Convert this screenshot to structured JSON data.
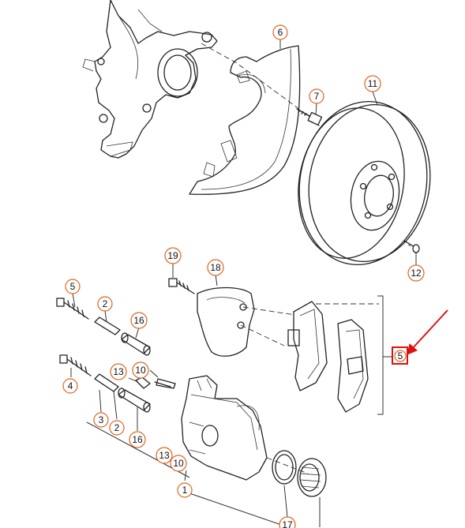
{
  "diagram": {
    "callouts": [
      {
        "id": "c6",
        "label": "6"
      },
      {
        "id": "c7",
        "label": "7"
      },
      {
        "id": "c11",
        "label": "11"
      },
      {
        "id": "c12",
        "label": "12"
      },
      {
        "id": "c19",
        "label": "19"
      },
      {
        "id": "c18",
        "label": "18"
      },
      {
        "id": "c5a",
        "label": "5"
      },
      {
        "id": "c2a",
        "label": "2"
      },
      {
        "id": "c16a",
        "label": "16"
      },
      {
        "id": "c13a",
        "label": "13"
      },
      {
        "id": "c10a",
        "label": "10"
      },
      {
        "id": "c4",
        "label": "4"
      },
      {
        "id": "c3",
        "label": "3"
      },
      {
        "id": "c2b",
        "label": "2"
      },
      {
        "id": "c16b",
        "label": "16"
      },
      {
        "id": "c13b",
        "label": "13"
      },
      {
        "id": "c10b",
        "label": "10"
      },
      {
        "id": "c1",
        "label": "1"
      },
      {
        "id": "c17",
        "label": "17"
      },
      {
        "id": "c5b",
        "label": "5"
      }
    ],
    "highlight": {
      "label": "5",
      "color": "#e01010"
    },
    "callout_color": "#e2631e"
  }
}
